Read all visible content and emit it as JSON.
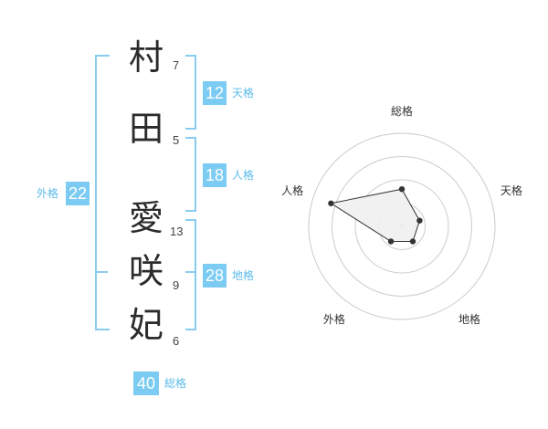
{
  "name": {
    "chars": [
      {
        "char": "村",
        "strokes": "7"
      },
      {
        "char": "田",
        "strokes": "5"
      },
      {
        "char": "愛",
        "strokes": "13"
      },
      {
        "char": "咲",
        "strokes": "9"
      },
      {
        "char": "妃",
        "strokes": "6"
      }
    ]
  },
  "fortune": {
    "tenkaku": {
      "value": "12",
      "label": "天格"
    },
    "jinkaku": {
      "value": "18",
      "label": "人格"
    },
    "chikaku": {
      "value": "28",
      "label": "地格"
    },
    "gaikaku": {
      "value": "22",
      "label": "外格"
    },
    "soukaku": {
      "value": "40",
      "label": "総格"
    }
  },
  "chart_data": {
    "type": "radar",
    "axes": [
      "総格",
      "天格",
      "地格",
      "外格",
      "人格"
    ],
    "values": [
      2,
      1,
      1,
      1,
      4
    ],
    "rmax": 5,
    "rings": 4
  },
  "colors": {
    "accent": "#7ccbf3",
    "bracket": "#88cdf0",
    "radar_fill": "#f0f0f0",
    "radar_line": "#333333",
    "ring": "#cccccc"
  }
}
